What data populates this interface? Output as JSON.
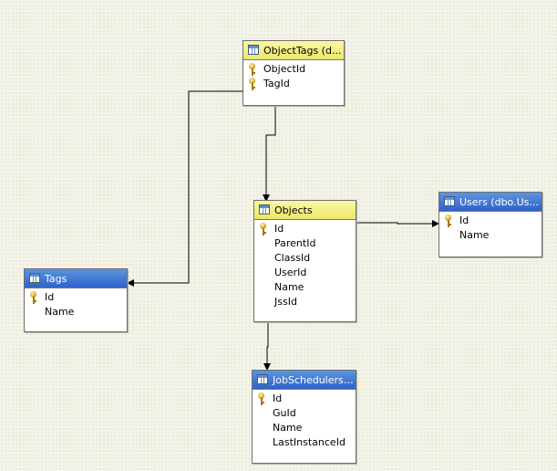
{
  "diagram": {
    "tables": [
      {
        "id": "objecttags",
        "title": "ObjectTags (d...",
        "header_style": "yellow",
        "icon": "table-icon",
        "columns": [
          {
            "name": "ObjectId",
            "primary_key": true
          },
          {
            "name": "TagId",
            "primary_key": true
          }
        ]
      },
      {
        "id": "objects",
        "title": "Objects",
        "header_style": "yellow",
        "icon": "view-icon",
        "columns": [
          {
            "name": "Id",
            "primary_key": true
          },
          {
            "name": "ParentId",
            "primary_key": false
          },
          {
            "name": "ClassId",
            "primary_key": false
          },
          {
            "name": "UserId",
            "primary_key": false
          },
          {
            "name": "Name",
            "primary_key": false
          },
          {
            "name": "JssId",
            "primary_key": false
          }
        ]
      },
      {
        "id": "users",
        "title": "Users (dbo.Us...",
        "header_style": "blue",
        "icon": "table-icon",
        "columns": [
          {
            "name": "Id",
            "primary_key": true
          },
          {
            "name": "Name",
            "primary_key": false
          }
        ]
      },
      {
        "id": "tags",
        "title": "Tags",
        "header_style": "blue",
        "icon": "view-icon",
        "columns": [
          {
            "name": "Id",
            "primary_key": true
          },
          {
            "name": "Name",
            "primary_key": false
          }
        ]
      },
      {
        "id": "jobschedulers",
        "title": "JobSchedulers ...",
        "header_style": "blue",
        "icon": "table-icon",
        "columns": [
          {
            "name": "Id",
            "primary_key": true
          },
          {
            "name": "GuId",
            "primary_key": false
          },
          {
            "name": "Name",
            "primary_key": false
          },
          {
            "name": "LastInstanceId",
            "primary_key": false
          }
        ]
      }
    ],
    "relationships": [
      {
        "from": "objecttags",
        "to": "objects"
      },
      {
        "from": "objecttags",
        "to": "tags"
      },
      {
        "from": "objects",
        "to": "users"
      },
      {
        "from": "objects",
        "to": "jobschedulers"
      }
    ]
  }
}
